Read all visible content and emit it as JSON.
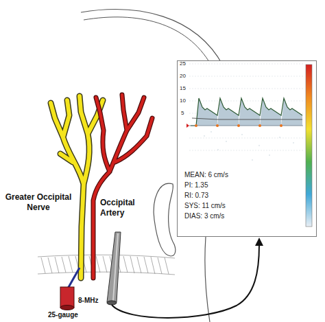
{
  "diagram": {
    "nodes": [
      {
        "text": [
          "25",
          "20",
          "15",
          "10",
          "5",
          "MEAN: 6 cm/s",
          "PI: 1.35",
          "RI: 0.73",
          "SYS: 11 cm/s",
          "DIAS: 3 cm/s"
        ]
      }
    ],
    "labels": [
      "Greater Occipital Nerve",
      "Occipital Artery",
      "25-gauge",
      "8-MHz"
    ]
  }
}
